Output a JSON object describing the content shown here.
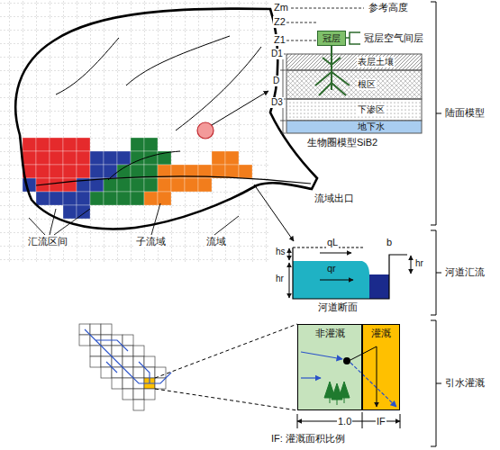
{
  "diagram": {
    "nodes": [
      {
        "text": [
          "冠层"
        ]
      },
      {
        "text": [
          "表层土壤"
        ]
      },
      {
        "text": [
          "根区"
        ]
      },
      {
        "text": [
          "下渗区"
        ]
      },
      {
        "text": [
          "地下水"
        ]
      },
      {
        "text": [
          "非灌溉"
        ]
      },
      {
        "text": [
          "灌溉"
        ]
      }
    ],
    "labels": [
      "Zm",
      "参考高度",
      "Z2",
      "Z1",
      "冠层空气间层",
      "D1",
      "D",
      "D3",
      "生物圈模型SiB2",
      "陆面模型",
      "流域出口",
      "汇流区间",
      "子流域",
      "流域",
      "qL",
      "hs",
      "b",
      "hr",
      "qr",
      "hr",
      "河道断面",
      "河道汇流",
      "1.0",
      "IF",
      "IF: 灌溉面积比例",
      "引水灌溉"
    ]
  }
}
